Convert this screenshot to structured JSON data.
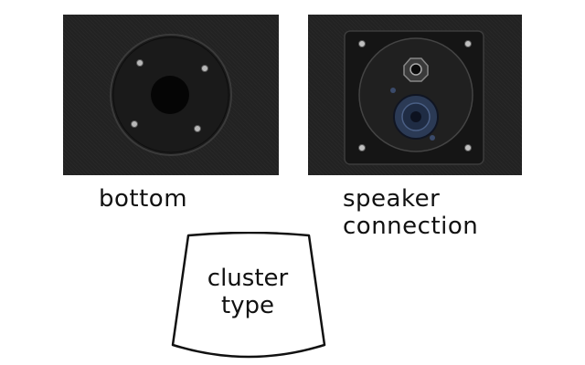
{
  "captions": {
    "bottom": "bottom",
    "speaker_line1": "speaker",
    "speaker_line2": "connection"
  },
  "cluster": {
    "line1": "cluster",
    "line2": "type"
  },
  "colors": {
    "panel": "#222222",
    "plate": "#1a1a1a",
    "screw": "#b8b8b8",
    "text": "#111111"
  }
}
